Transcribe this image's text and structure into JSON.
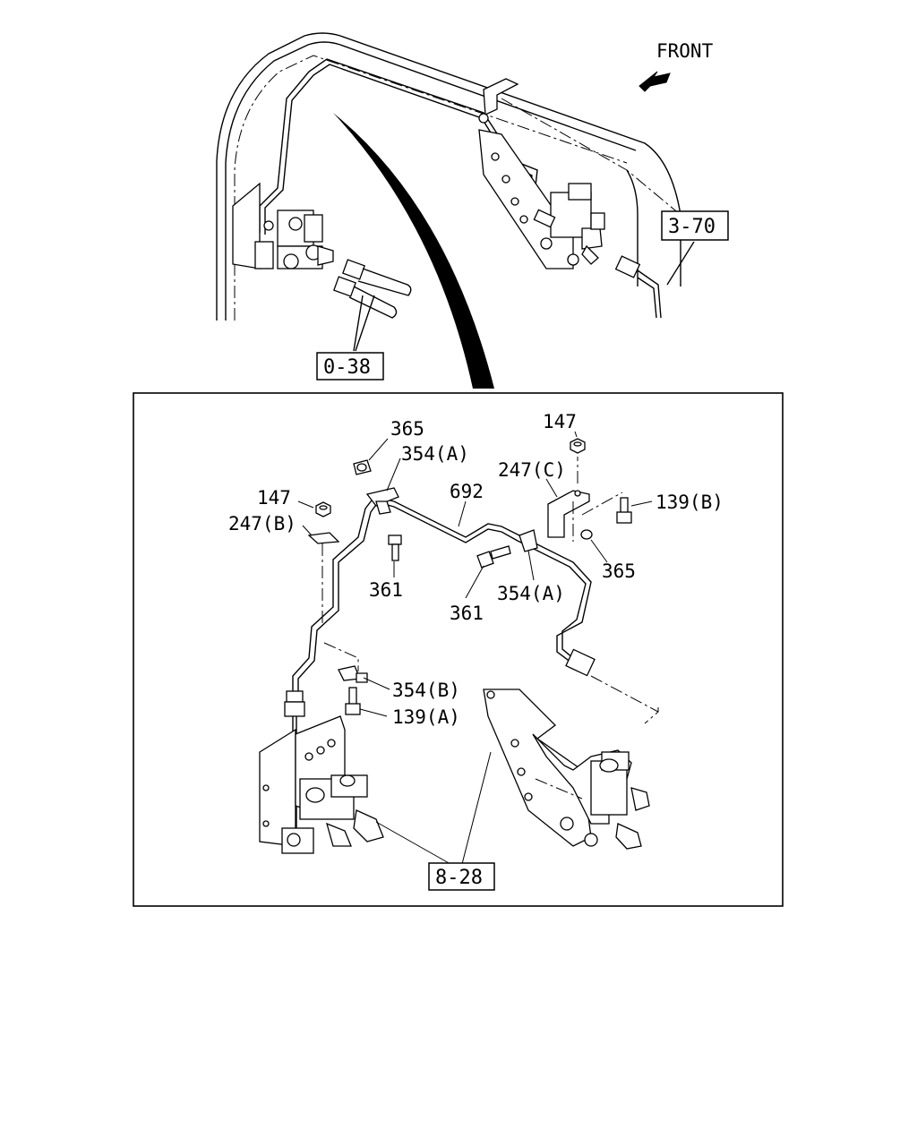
{
  "orientation": {
    "front_label": "FRONT"
  },
  "overview_refs": {
    "ref_3_70": "3-70",
    "ref_0_38": "0-38"
  },
  "callouts": {
    "nut_365_top": "365",
    "clip_354a_top": "354(A)",
    "pipe_692": "692",
    "bracket_247c": "247(C)",
    "nut_147_right": "147",
    "bolt_139b": "139(B)",
    "nut_365_right": "365",
    "clip_354a_mid": "354(A)",
    "bolt_361_right": "361",
    "bolt_361_left": "361",
    "nut_147_left": "147",
    "bracket_247b": "247(B)",
    "clip_354b": "354(B)",
    "bolt_139a": "139(A)",
    "ref_8_28": "8-28"
  }
}
